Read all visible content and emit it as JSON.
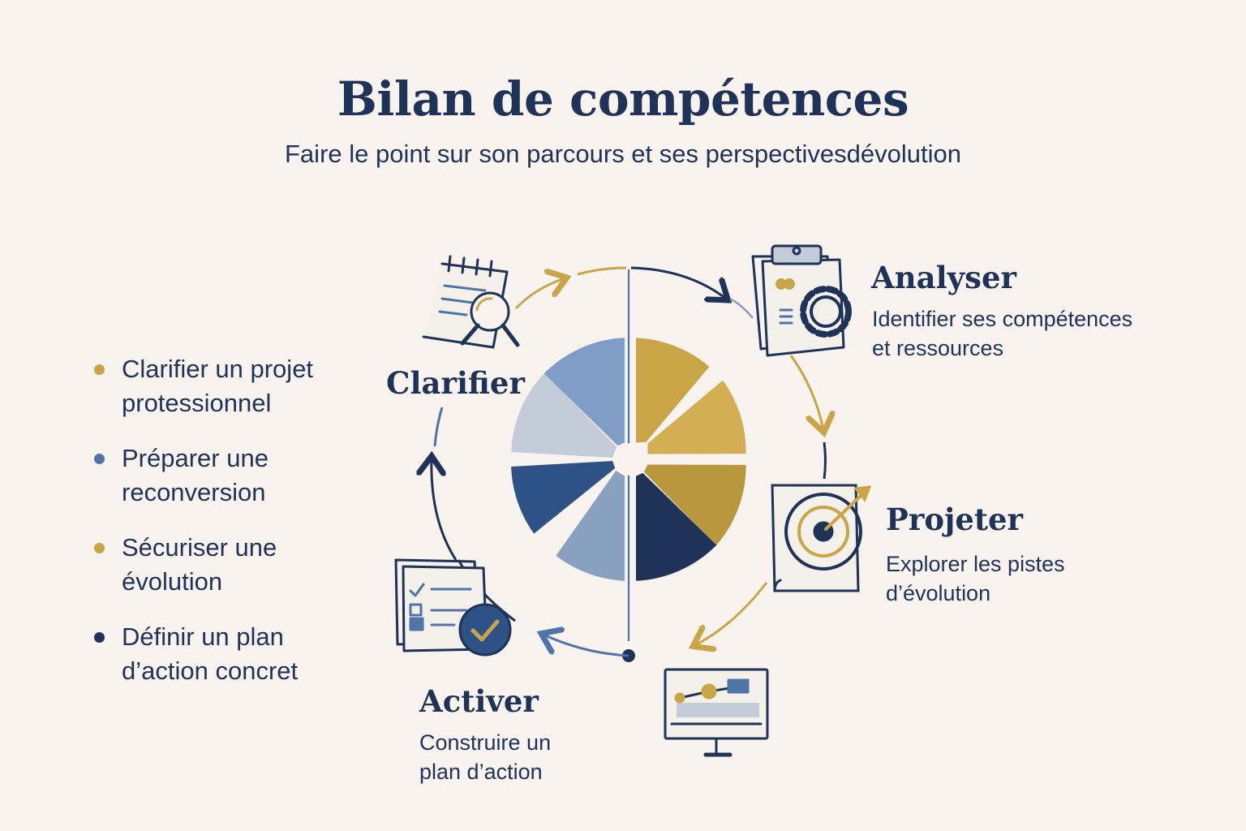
{
  "header": {
    "title": "Bilan de compétences",
    "subtitle": "Faire le point sur son parcours et ses perspectivesdévolution"
  },
  "objectives": [
    {
      "line1": "Clarifier un projet",
      "line2": "protessionnel",
      "color": "#c9a548"
    },
    {
      "line1": "Préparer une",
      "line2": "reconversion",
      "color": "#4f74a6"
    },
    {
      "line1": "Sécuriser une",
      "line2": "évolution",
      "color": "#c9a548"
    },
    {
      "line1": "Définir un plan",
      "line2": "d’action concret",
      "color": "#1f3358"
    }
  ],
  "steps": {
    "clarifier": {
      "title": "Clarifier"
    },
    "analyser": {
      "title": "Analyser",
      "line1": "Identifier ses compétences",
      "line2": "et ressources"
    },
    "projeter": {
      "title": "Projeter",
      "line1": "Explorer les pistes",
      "line2": "d’évolution"
    },
    "activer": {
      "title": "Activer",
      "line1": "Construire un",
      "line2": "plan d’action"
    }
  },
  "icons": {
    "clarifier": "notepad-magnifier-icon",
    "analyser": "clipboard-gear-icon",
    "projeter": "target-arrow-icon",
    "activer": "checklist-check-icon",
    "monitor": "monitor-chart-icon"
  },
  "colors": {
    "navy": "#1f3358",
    "gold": "#c9a548",
    "blue": "#4f74a6",
    "background": "#f8f3ee"
  }
}
